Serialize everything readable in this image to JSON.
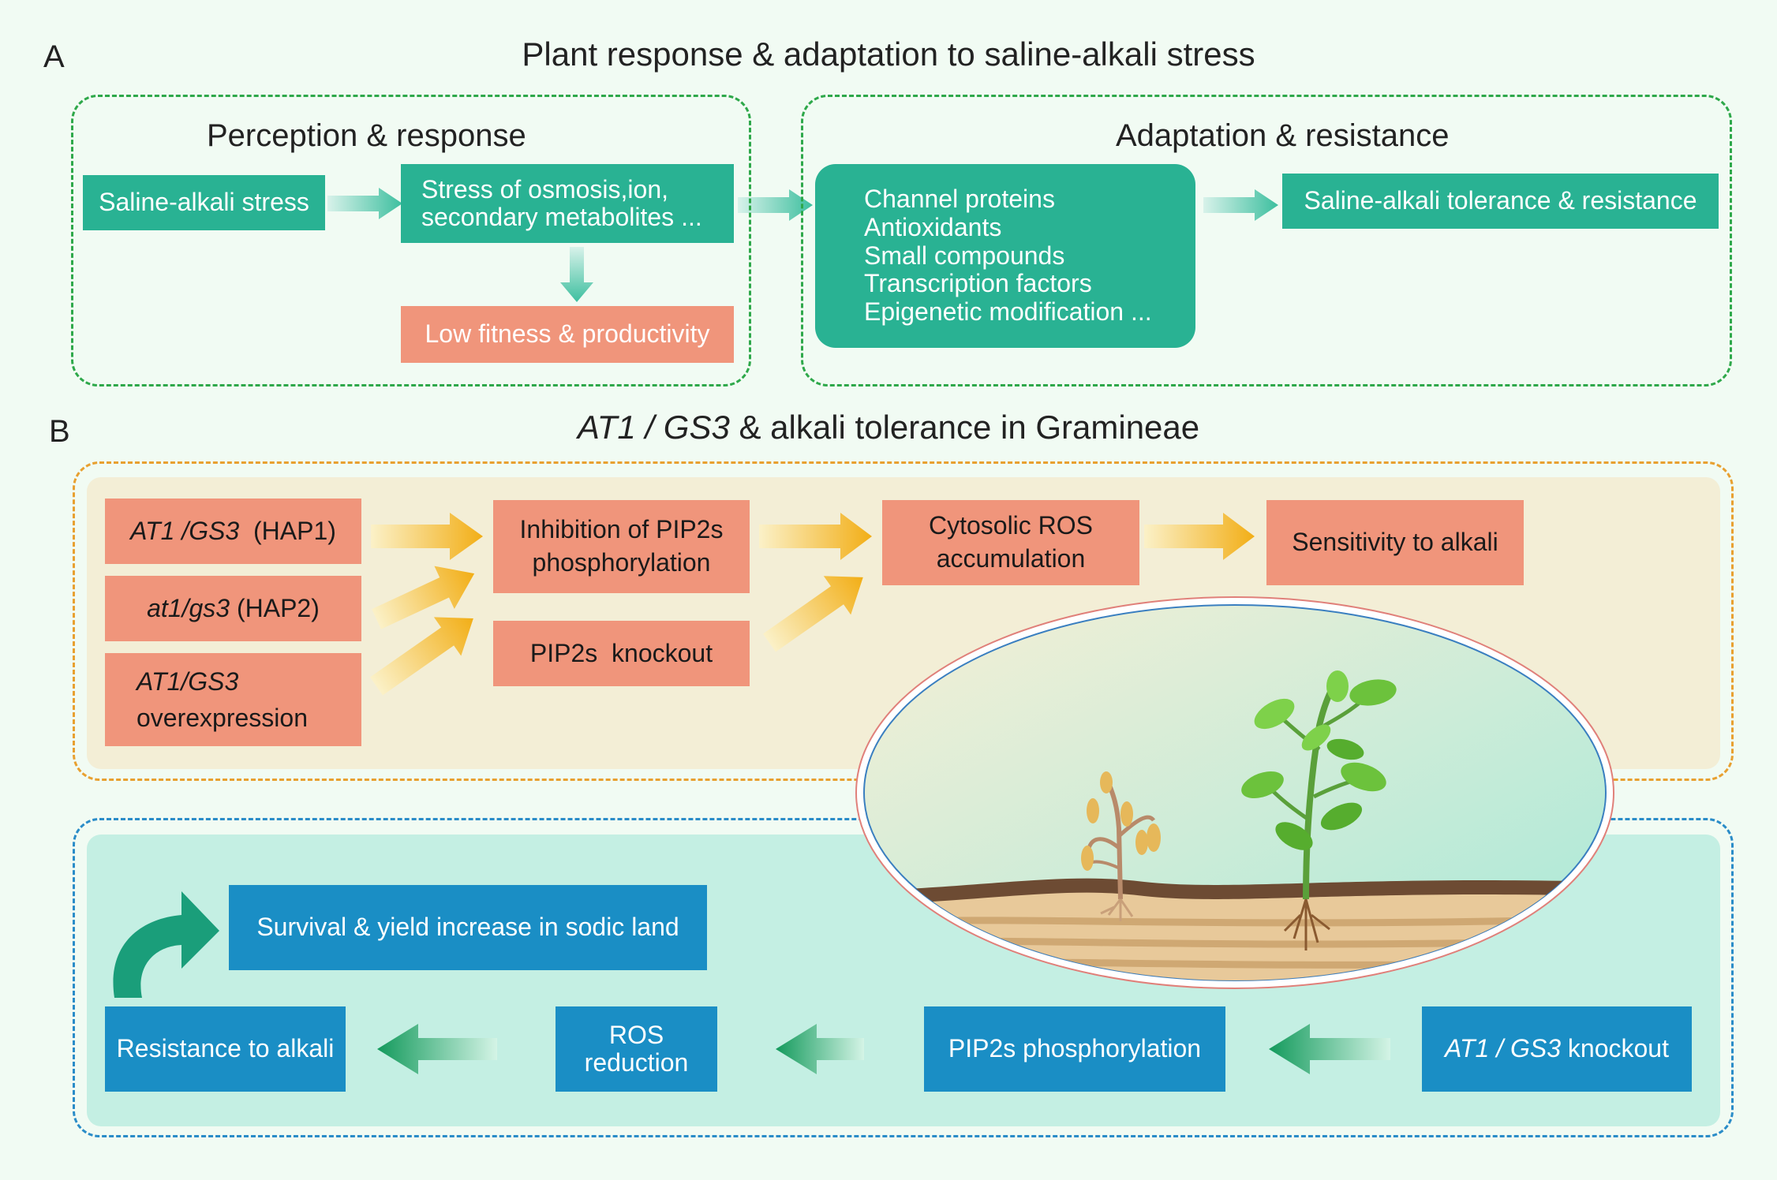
{
  "panel_a": {
    "letter": "A",
    "title": "Plant response & adaptation to saline-alkali stress",
    "perception": {
      "heading": "Perception & response",
      "stress_box": "Saline-alkali stress",
      "osmosis_line1": "Stress of osmosis,ion,",
      "osmosis_line2": "secondary metabolites ...",
      "low_fitness": "Low fitness & productivity"
    },
    "adaptation": {
      "heading": "Adaptation & resistance",
      "mechanisms": [
        "Channel proteins",
        "Antioxidants",
        "Small compounds",
        "Transcription factors",
        "Epigenetic modification ..."
      ],
      "tolerance_box": "Saline-alkali tolerance & resistance"
    }
  },
  "panel_b": {
    "letter": "B",
    "title_gene": "AT1 / GS3",
    "title_rest": " & alkali tolerance  in Gramineae",
    "orange": {
      "hap1_gene": "AT1 /GS3",
      "hap1_rest": "  (HAP1)",
      "hap2_gene": "at1/gs3",
      "hap2_rest": " (HAP2)",
      "overexp_gene": "AT1/GS3",
      "overexp_rest": "overexpression",
      "inhibition_line1": "Inhibition of PIP2s",
      "inhibition_line2": "phosphorylation",
      "knockout": "PIP2s  knockout",
      "ros_line1": "Cytosolic ROS",
      "ros_line2": "accumulation",
      "sensitivity": "Sensitivity to alkali"
    },
    "blue": {
      "survival": "Survival & yield increase in sodic land",
      "resistance": "Resistance to alkali",
      "ros_reduction": "ROS reduction",
      "phosphorylation": "PIP2s phosphorylation",
      "knockout_gene": "AT1 / GS3",
      "knockout_rest": " knockout"
    }
  },
  "colors": {
    "teal": "#29b293",
    "salmon": "#f0957b",
    "blue": "#1a8ec5",
    "green_dash": "#2ea84a",
    "orange_dash": "#e8a030",
    "blue_dash": "#2a8cc8",
    "beige_fill": "#f3eed6",
    "mint_fill": "#c4efe3"
  },
  "icons": [
    "wilted-plant-icon",
    "healthy-plant-icon",
    "curved-arrow-icon"
  ]
}
